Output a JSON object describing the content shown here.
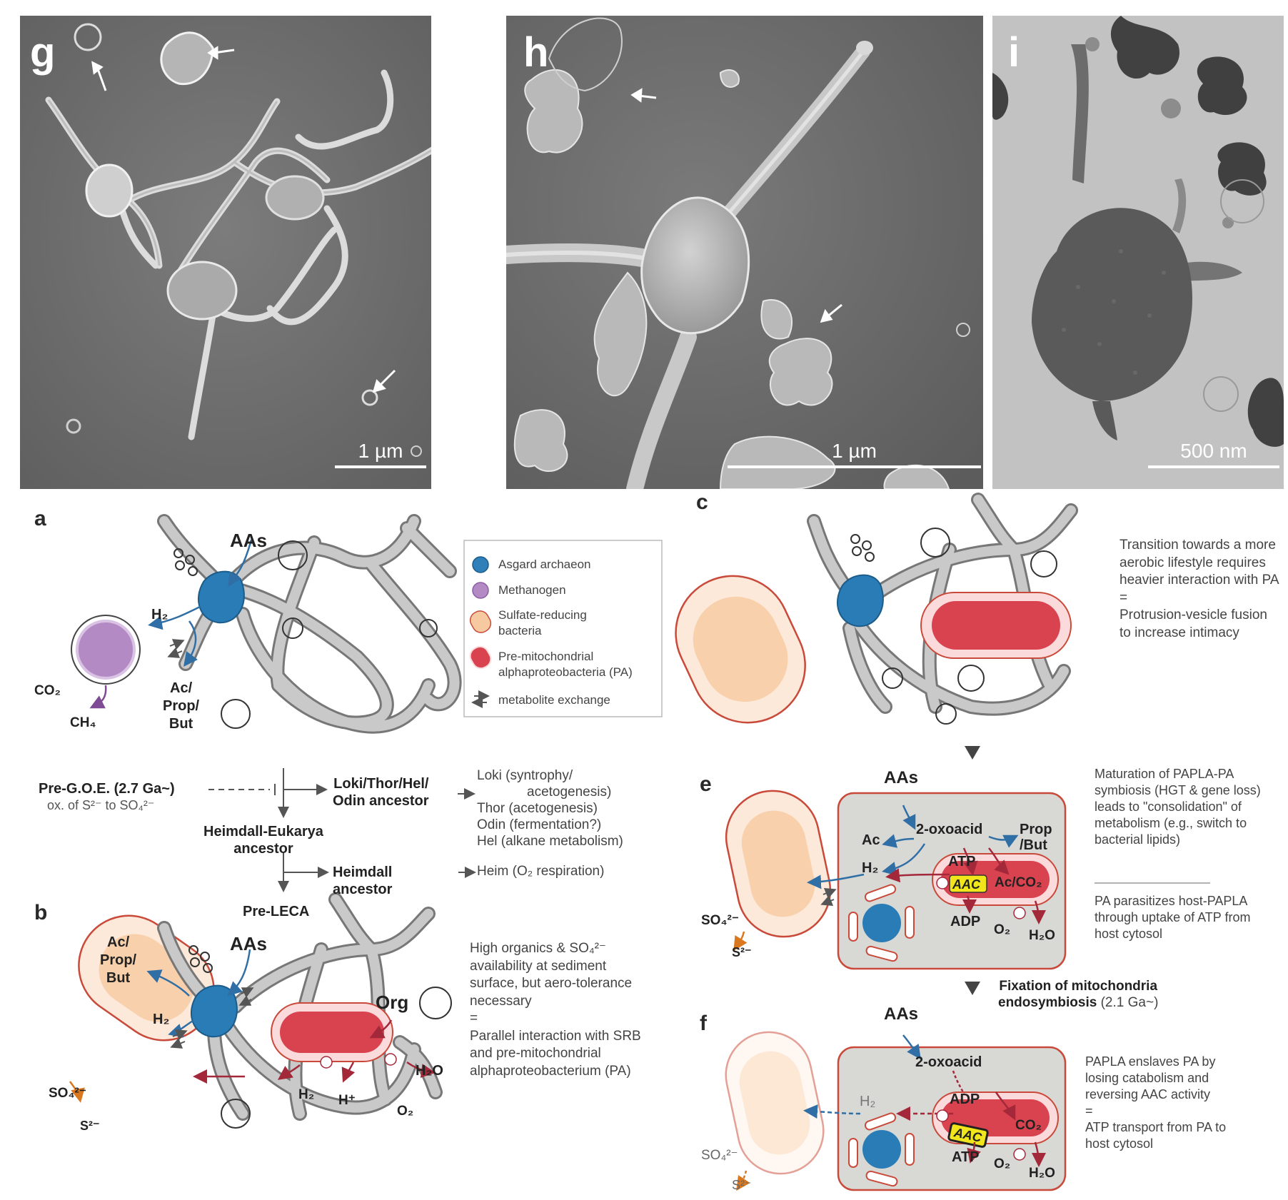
{
  "micrographs": {
    "g": {
      "letter": "g",
      "scale": "1 µm"
    },
    "h": {
      "letter": "h",
      "scale": "1 µm"
    },
    "i": {
      "letter": "i",
      "scale": "500 nm"
    }
  },
  "panels": {
    "a": "a",
    "b": "b",
    "c": "c",
    "e": "e",
    "f": "f"
  },
  "panel_a": {
    "aas": "AAs",
    "h2": "H₂",
    "co2": "CO₂",
    "ch4": "CH₄",
    "products": [
      "Ac/",
      "Prop/",
      "But"
    ]
  },
  "legend": {
    "items": [
      {
        "label": "Asgard archaeon",
        "icon": "asgard-icon",
        "color": "#2f7fb8"
      },
      {
        "label": "Methanogen",
        "icon": "methanogen-icon",
        "color": "#b48ac4"
      },
      {
        "label": "Sulfate-reducing\nbacteria",
        "icon": "srb-icon",
        "color": "#f6c9a0"
      },
      {
        "label": "Pre-mitochondrial\nalphaproteobacteria (PA)",
        "icon": "pa-icon",
        "color": "#d9434f"
      },
      {
        "label": "metabolite exchange",
        "icon": "exchange-arrows-icon",
        "color": "#666666"
      }
    ]
  },
  "tree": {
    "pre_goe": "Pre-G.O.E. (2.7 Ga~)",
    "ox": "ox. of S²⁻ to SO₄²⁻",
    "loki_anc": "Loki/Thor/Hel/\nOdin ancestor",
    "heimdall_eukarya": "Heimdall-Eukarya\nancestor",
    "heimdall_anc": "Heimdall\nancestor",
    "pre_leca": "Pre-LECA",
    "loki": "Loki (syntrophy/",
    "loki2": "acetogenesis)",
    "thor": "Thor (acetogenesis)",
    "odin": "Odin (fermentation?)",
    "hel": "Hel (alkane metabolism)",
    "heim": "Heim (O₂ respiration)"
  },
  "panel_b": {
    "products": [
      "Ac/",
      "Prop/",
      "But"
    ],
    "aas": "AAs",
    "h2": "H₂",
    "so4": "SO₄²⁻",
    "s2": "S²⁻",
    "org": "Org",
    "h2_b": "H₂",
    "hplus": "H⁺",
    "h2o": "H₂O",
    "o2": "O₂",
    "caption": "High organics & SO₄²⁻ availability at sediment surface, but aero-tolerance necessary\n=\nParallel interaction with SRB and pre-mitochondrial alphaproteobacterium (PA)"
  },
  "panel_c": {
    "caption": "Transition towards a more aerobic lifestyle requires heavier interaction with PA\n=\nProtrusion-vesicle fusion to increase intimacy"
  },
  "panel_e": {
    "aas": "AAs",
    "oxo": "2-oxoacid",
    "ac": "Ac",
    "prop": "Prop\n/But",
    "h2": "H₂",
    "atp": "ATP",
    "aac": "AAC",
    "acco2": "Ac/CO₂",
    "adp": "ADP",
    "o2": "O₂",
    "h2o": "H₂O",
    "so4": "SO₄²⁻",
    "s2": "S²⁻",
    "caption1": "Maturation of PAPLA-PA symbiosis (HGT & gene loss) leads to \"consolidation\" of metabolism (e.g., switch to bacterial lipids)",
    "caption2": "PA parasitizes host-PAPLA through uptake of ATP from host cytosol"
  },
  "fixation": {
    "bold": "Fixation of mitochondria",
    "bold2": "endosymbiosis",
    "normal": " (2.1 Ga~)"
  },
  "panel_f": {
    "aas": "AAs",
    "oxo": "2-oxoacid",
    "h2": "H₂",
    "adp": "ADP",
    "aac": "AAC",
    "co2": "CO₂",
    "atp": "ATP",
    "o2": "O₂",
    "h2o": "H₂O",
    "so4": "SO₄²⁻",
    "s2": "S²⁻",
    "caption": "PAPLA enslaves PA by losing catabolism and reversing AAC activity\n=\nATP transport from PA to host cytosol"
  }
}
